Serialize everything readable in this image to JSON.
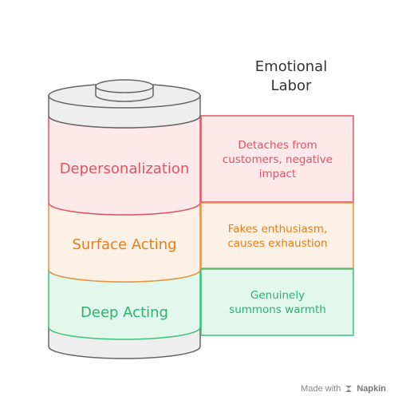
{
  "title": "Emotional\nLabor",
  "layers": [
    {
      "label": "Depersonalization",
      "description": "Detaches from customers, negative impact",
      "text_color": "#e05561",
      "stroke": "#e05561",
      "fill": "#fde8ea"
    },
    {
      "label": "Surface Acting",
      "description": "Fakes enthusiasm, causes exhaustion",
      "text_color": "#e0801e",
      "stroke": "#e39546",
      "fill": "#fdf0e4"
    },
    {
      "label": "Deep Acting",
      "description": "Genuinely summons warmth",
      "text_color": "#2bb36b",
      "stroke": "#3cc17a",
      "fill": "#e3f8ec"
    }
  ],
  "cylinder": {
    "stroke": "#666666",
    "fill": "#eeeeee"
  },
  "footer": {
    "made_with": "Made with",
    "brand": "Napkin",
    "icon": "napkin-logo-icon"
  }
}
